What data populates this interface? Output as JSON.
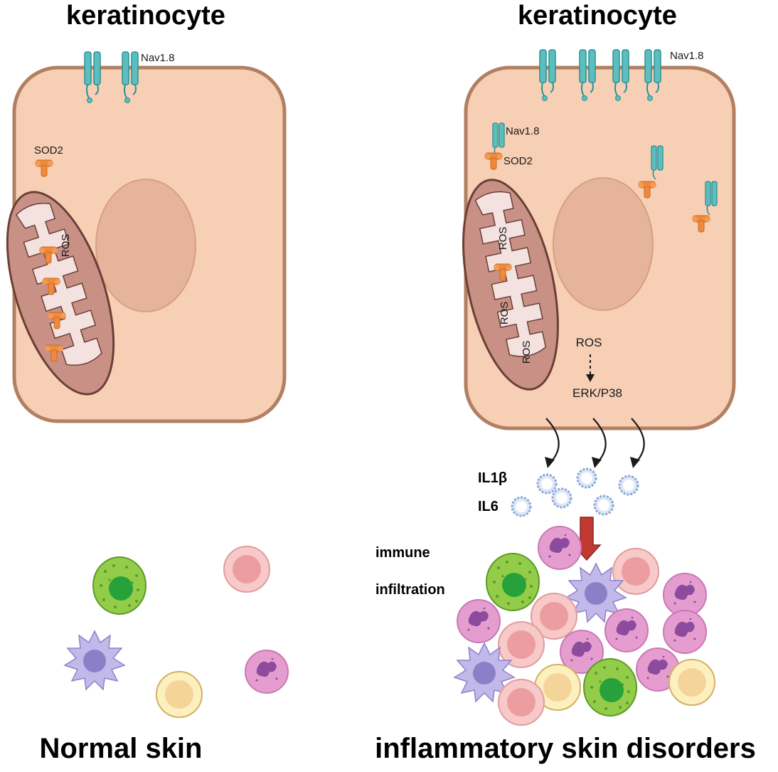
{
  "colors": {
    "cell_fill": "#f7cfb5",
    "cell_stroke": "#b27f62",
    "nucleus_fill": "#e6b49a",
    "mito_fill": "#c99186",
    "mito_stroke": "#6b3f38",
    "mito_inner": "#f3e2df",
    "channel": "#5bbfc0",
    "channel_dark": "#2f8f91",
    "sod2": "#ef8a3c",
    "cytokine": "#a6bde3",
    "arrow_red": "#b5302a"
  },
  "left_panel": {
    "title": "keratinocyte",
    "channel_label": "Nav1.8",
    "sod2_label": "SOD2",
    "ros_label": "ROS",
    "bottom_title": "Normal skin"
  },
  "right_panel": {
    "title": "keratinocyte",
    "channel_label": "Nav1.8",
    "channel_label_inner": "Nav1.8",
    "sod2_label": "SOD2",
    "ros_labels": [
      "ROS",
      "ROS",
      "ROS"
    ],
    "ros_cytoplasm": "ROS",
    "pathway": "ERK/P38",
    "cytokine_1": "IL1β",
    "cytokine_2": "IL6",
    "immune_line1": "immune",
    "immune_line2": "infiltration",
    "bottom_title": "inflammatory skin disorders"
  }
}
